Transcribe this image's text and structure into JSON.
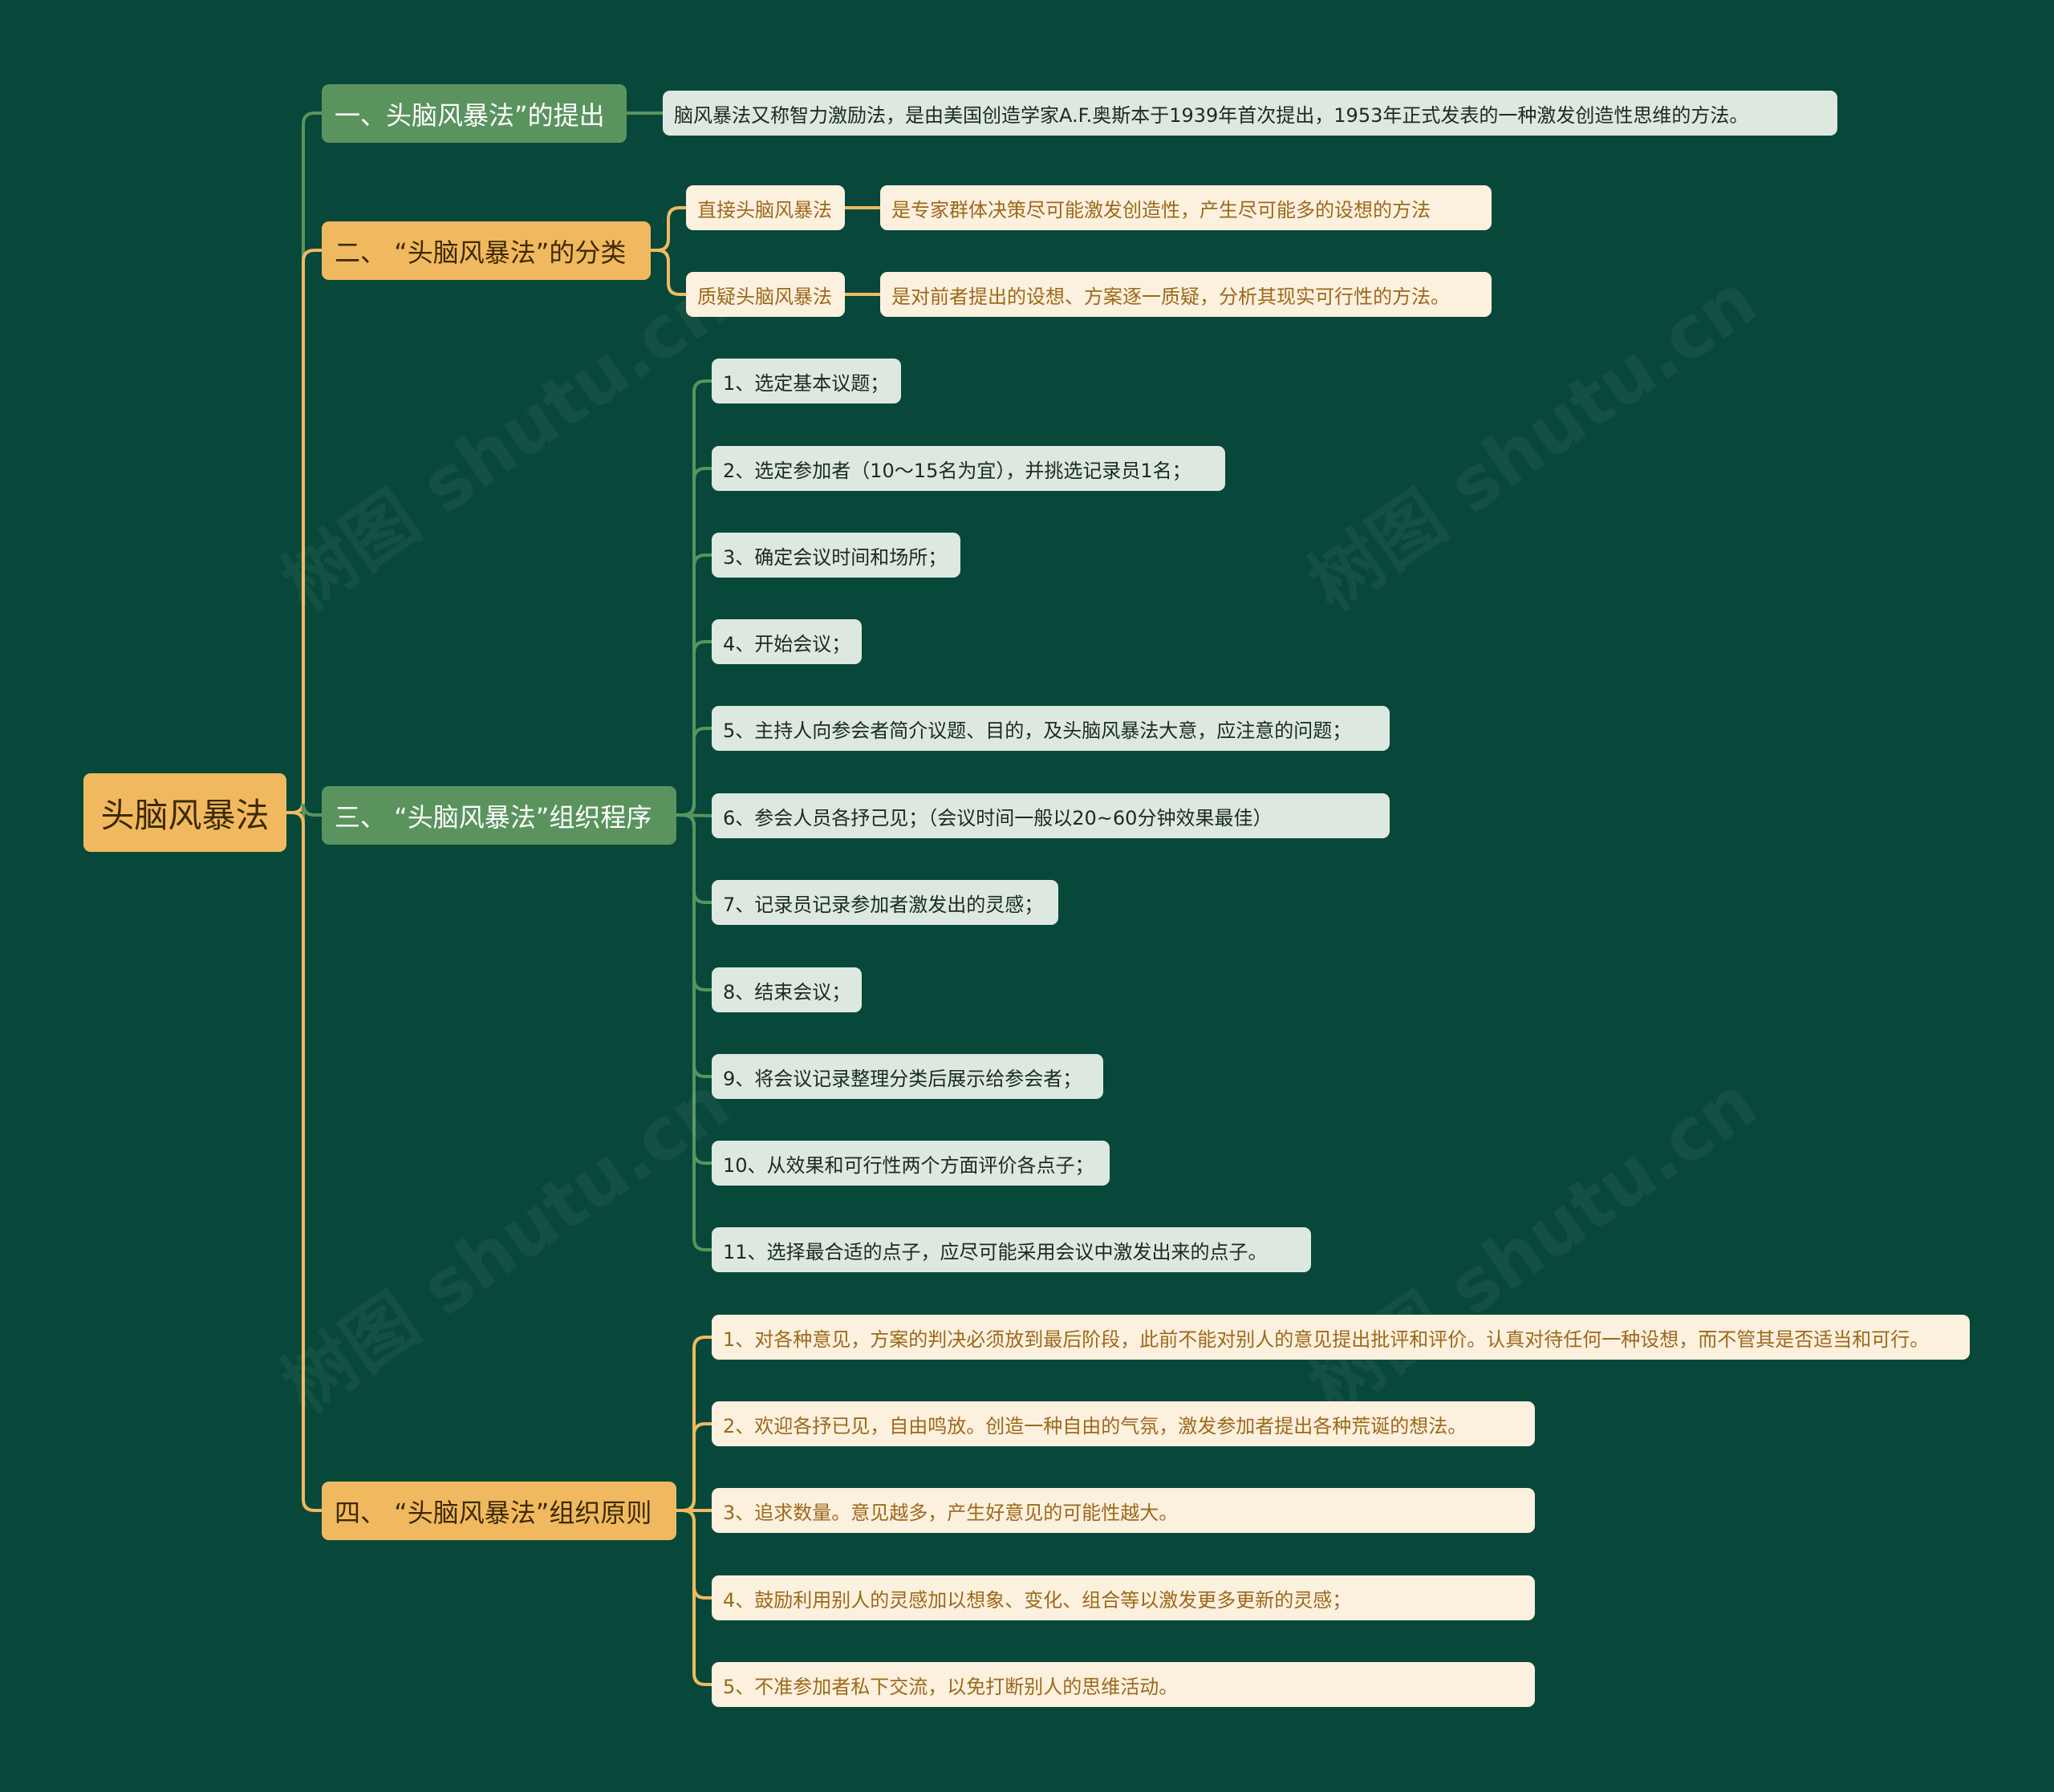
{
  "root": {
    "label": "头脑风暴法"
  },
  "branches": [
    {
      "label": "一、头脑风暴法”的提出",
      "children": [
        "脑风暴法又称智力激励法，是由美国创造学家A.F.奥斯本于1939年首次提出，1953年正式发表的一种激发创造性思维的方法。"
      ]
    },
    {
      "label": "二、 “头脑风暴法”的分类",
      "children": [
        {
          "label": "直接头脑风暴法",
          "detail": "是专家群体决策尽可能激发创造性，产生尽可能多的设想的方法"
        },
        {
          "label": "质疑头脑风暴法",
          "detail": "是对前者提出的设想、方案逐一质疑，分析其现实可行性的方法。"
        }
      ]
    },
    {
      "label": "三、 “头脑风暴法”组织程序",
      "children": [
        "1、选定基本议题；",
        "2、选定参加者（10～15名为宜），并挑选记录员1名；",
        "3、确定会议时间和场所；",
        "4、开始会议；",
        "5、主持人向参会者简介议题、目的，及头脑风暴法大意，应注意的问题；",
        "6、参会人员各抒己见；（会议时间一般以20~60分钟效果最佳）",
        "7、记录员记录参加者激发出的灵感；",
        "8、结束会议；",
        "9、将会议记录整理分类后展示给参会者；",
        "10、从效果和可行性两个方面评价各点子；",
        "11、选择最合适的点子，应尽可能采用会议中激发出来的点子。"
      ]
    },
    {
      "label": "四、 “头脑风暴法”组织原则",
      "children": [
        "1、对各种意见，方案的判决必须放到最后阶段，此前不能对别人的意见提出批评和评价。认真对待任何一种设想，而不管其是否适当和可行。",
        "2、欢迎各抒已见，自由鸣放。创造一种自由的气氛，激发参加者提出各种荒诞的想法。",
        "3、追求数量。意见越多，产生好意见的可能性越大。",
        "4、鼓励利用别人的灵感加以想象、变化、组合等以激发更多更新的灵感；",
        "5、不准参加者私下交流，以免打断别人的思维活动。"
      ]
    }
  ],
  "watermark_text": "树图 shutu.cn",
  "colors": {
    "background": "#08483a",
    "green_line": "#5a935e",
    "orange_line": "#f1b95f"
  }
}
